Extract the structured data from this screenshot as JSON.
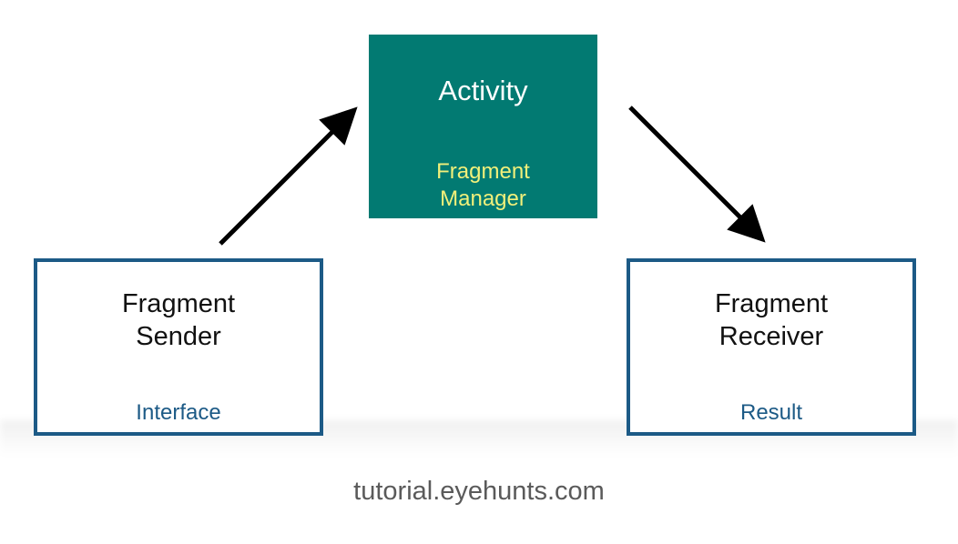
{
  "activity": {
    "title": "Activity",
    "subtitle_line1": "Fragment",
    "subtitle_line2": "Manager"
  },
  "sender": {
    "title_line1": "Fragment",
    "title_line2": "Sender",
    "sub": "Interface"
  },
  "receiver": {
    "title_line1": "Fragment",
    "title_line2": "Receiver",
    "sub": "Result"
  },
  "footer": {
    "text": "tutorial.eyehunts.com"
  },
  "colors": {
    "activity_fill": "#027a72",
    "activity_title": "#ffffff",
    "activity_subtitle": "#f2f07a",
    "fragment_border": "#1c5a86",
    "fragment_sub": "#1c5a86",
    "arrow": "#000000",
    "footer": "#5a5a5a"
  }
}
